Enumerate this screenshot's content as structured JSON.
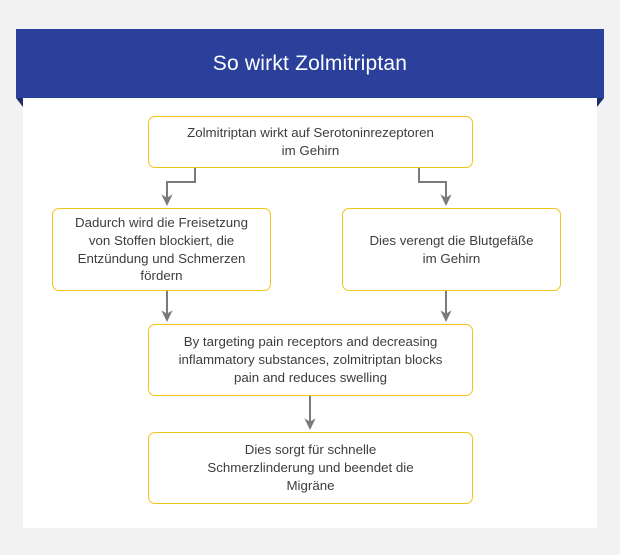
{
  "page": {
    "background_color": "#f2f2f2",
    "card_color": "#ffffff"
  },
  "header": {
    "title": "So wirkt Zolmitriptan",
    "background_color": "#2a409a",
    "text_color": "#ffffff",
    "fold_color": "#1d2d6e"
  },
  "flowchart": {
    "box_border_color": "#f3c41a",
    "box_fill_color": "#ffffff",
    "box_text_color": "#3d3d3d",
    "connector_color": "#7a7a7a",
    "nodes": [
      {
        "id": "node-1",
        "text": "Zolmitriptan wirkt auf Serotoninrezeptoren\nim Gehirn"
      },
      {
        "id": "node-2",
        "text": "Dadurch wird die Freisetzung\nvon Stoffen blockiert, die\nEntzündung und Schmerzen\nfördern"
      },
      {
        "id": "node-3",
        "text": "Dies verengt die Blutgefäße\nim Gehirn"
      },
      {
        "id": "node-4",
        "text": "By targeting pain receptors and decreasing\ninflammatory substances, zolmitriptan blocks\npain and reduces swelling"
      },
      {
        "id": "node-5",
        "text": "Dies sorgt für schnelle\nSchmerzlinderung und beendet die\nMigräne"
      }
    ],
    "edges": [
      {
        "from": "node-1",
        "to": "node-2",
        "style": "elbow-left"
      },
      {
        "from": "node-1",
        "to": "node-3",
        "style": "elbow-right"
      },
      {
        "from": "node-2",
        "to": "node-4",
        "style": "straight"
      },
      {
        "from": "node-3",
        "to": "node-4",
        "style": "straight"
      },
      {
        "from": "node-4",
        "to": "node-5",
        "style": "straight"
      }
    ]
  }
}
